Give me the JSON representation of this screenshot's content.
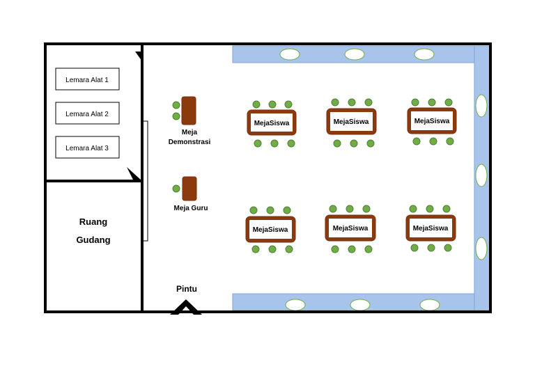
{
  "storage_room": {
    "cabinets": [
      {
        "label": "Lemara Alat 1"
      },
      {
        "label": "Lemara Alat 2"
      },
      {
        "label": "Lemara Alat 3"
      }
    ],
    "room_label_line1": "Ruang",
    "room_label_line2": "Gudang"
  },
  "demo_table": {
    "label_line1": "Meja",
    "label_line2": "Demonstrasi"
  },
  "teacher_table": {
    "label": "Meja Guru"
  },
  "door": {
    "label": "Pintu"
  },
  "student_tables": [
    {
      "label": "MejaSiswa"
    },
    {
      "label": "MejaSiswa"
    },
    {
      "label": "MejaSiswa"
    },
    {
      "label": "MejaSiswa"
    },
    {
      "label": "MejaSiswa"
    },
    {
      "label": "MejaSiswa"
    }
  ],
  "colors": {
    "wall": "#000000",
    "window_strip": "#a9c4eb",
    "window_strip_border": "#7ea6d8",
    "table_fill": "#8b3a0e",
    "table_border": "#7a300a",
    "chair_fill": "#70ad47",
    "chair_border": "#507e32"
  }
}
